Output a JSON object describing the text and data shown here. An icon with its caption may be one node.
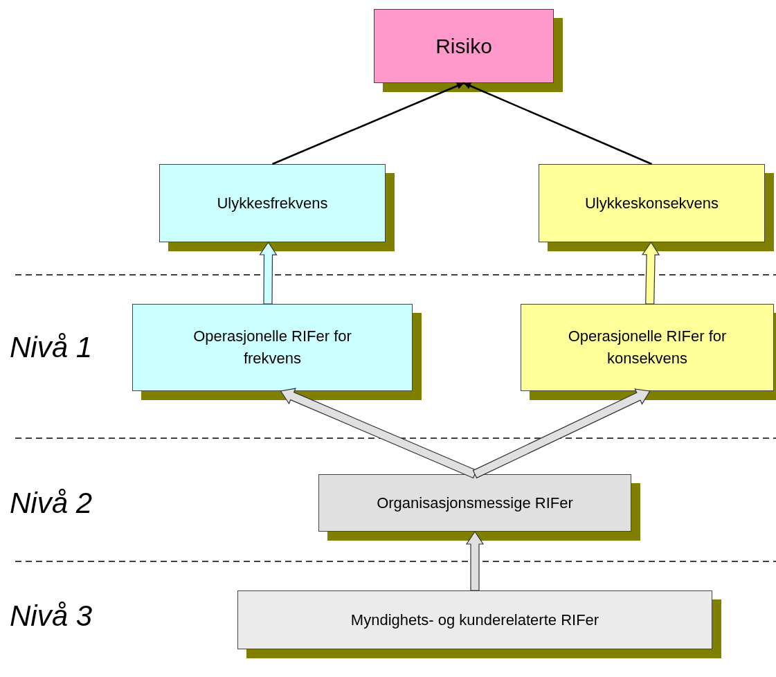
{
  "diagram": {
    "nodes": [
      {
        "text": [
          "Risiko"
        ]
      },
      {
        "text": [
          "Ulykkesfrekvens"
        ]
      },
      {
        "text": [
          "Ulykkeskonsekvens"
        ]
      },
      {
        "text": [
          "Operasjonelle RIFer for frekvens"
        ]
      },
      {
        "text": [
          "Operasjonelle RIFer for konsekvens"
        ]
      },
      {
        "text": [
          "Organisasjonsmessige RIFer"
        ]
      },
      {
        "text": [
          "Myndighets- og kunderelaterte RIFer"
        ]
      }
    ],
    "edges": [
      {
        "from": 1,
        "to": 0,
        "arrow": "to"
      },
      {
        "from": 2,
        "to": 0,
        "arrow": "to"
      },
      {
        "from": 3,
        "to": 1,
        "arrow": "to",
        "style": "thick",
        "color": "#ccffff"
      },
      {
        "from": 4,
        "to": 2,
        "arrow": "to",
        "style": "thick",
        "color": "#ffff99"
      },
      {
        "from": 5,
        "to": 3,
        "arrow": "to",
        "style": "thick",
        "color": "#e0e0e0"
      },
      {
        "from": 5,
        "to": 4,
        "arrow": "to",
        "style": "thick",
        "color": "#e0e0e0"
      },
      {
        "from": 6,
        "to": 5,
        "arrow": "to",
        "style": "thick",
        "color": "#e0e0e0"
      }
    ],
    "labels": [
      "Nivå 1",
      "Nivå 2",
      "Nivå 3"
    ]
  }
}
